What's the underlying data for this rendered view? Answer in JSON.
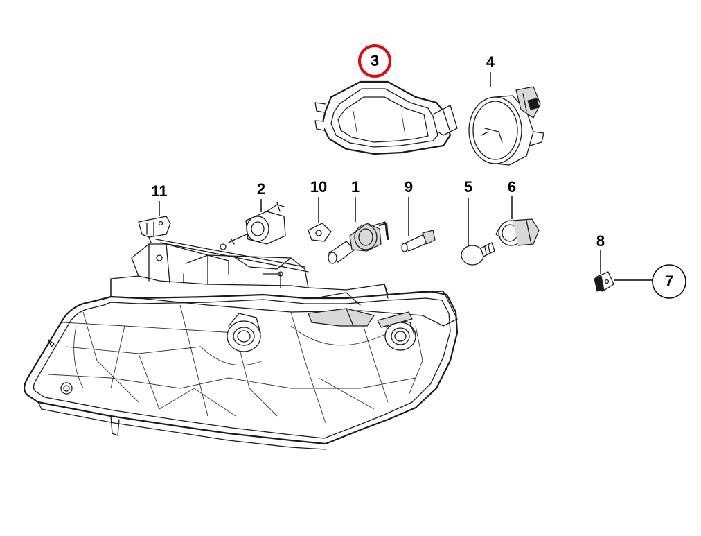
{
  "callouts": {
    "part_1": "1",
    "part_2": "2",
    "part_3": "3",
    "part_4": "4",
    "part_5": "5",
    "part_6": "6",
    "part_7": "7",
    "part_8": "8",
    "part_9": "9",
    "part_10": "10",
    "part_11": "11"
  },
  "colors": {
    "highlight_ring": "#e30613",
    "line": "#1a1a1a",
    "background": "#ffffff"
  }
}
